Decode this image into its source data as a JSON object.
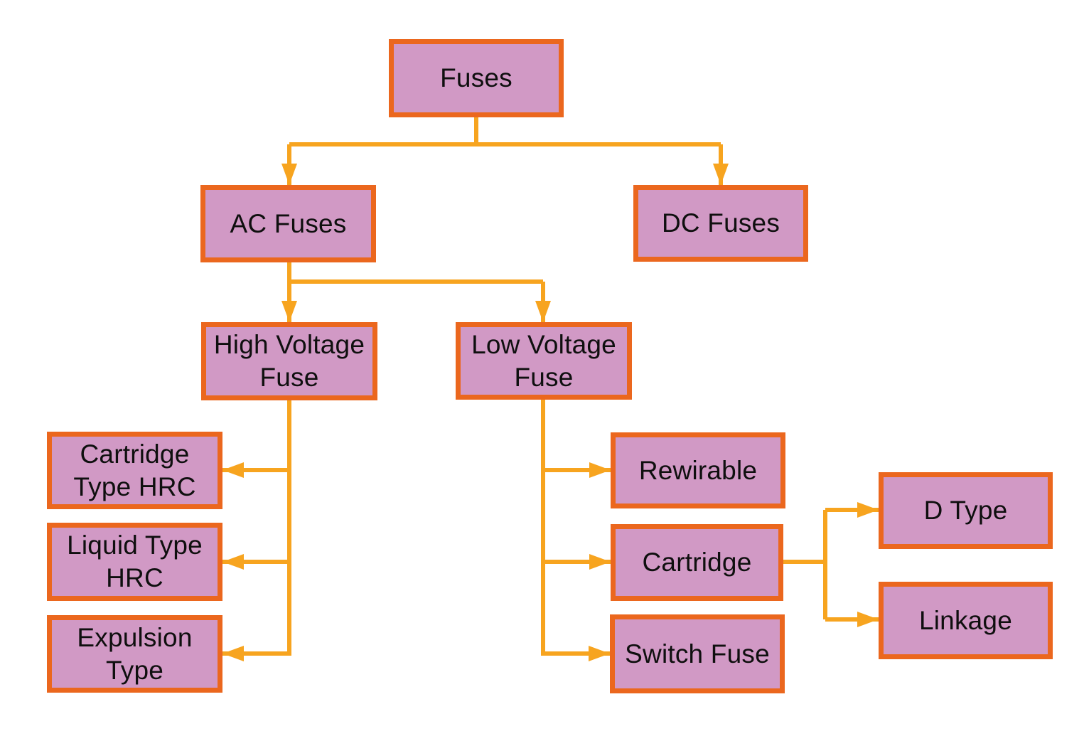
{
  "diagram": {
    "type": "flowchart-hierarchy",
    "nodes": {
      "fuses": {
        "label": "Fuses"
      },
      "ac_fuses": {
        "label": "AC Fuses"
      },
      "dc_fuses": {
        "label": "DC Fuses"
      },
      "high_voltage_fuse": {
        "label": "High Voltage\nFuse"
      },
      "low_voltage_fuse": {
        "label": "Low Voltage\nFuse"
      },
      "cartridge_type_hrc": {
        "label": "Cartridge\nType HRC"
      },
      "liquid_type_hrc": {
        "label": "Liquid Type\nHRC"
      },
      "expulsion_type": {
        "label": "Expulsion\nType"
      },
      "rewirable": {
        "label": "Rewirable"
      },
      "cartridge": {
        "label": "Cartridge"
      },
      "switch_fuse": {
        "label": "Switch Fuse"
      },
      "d_type": {
        "label": "D Type"
      },
      "linkage": {
        "label": "Linkage"
      }
    },
    "edges": [
      {
        "from": "Fuses",
        "to": "AC Fuses"
      },
      {
        "from": "Fuses",
        "to": "DC Fuses"
      },
      {
        "from": "AC Fuses",
        "to": "High Voltage Fuse"
      },
      {
        "from": "AC Fuses",
        "to": "Low Voltage Fuse"
      },
      {
        "from": "High Voltage Fuse",
        "to": "Cartridge Type HRC"
      },
      {
        "from": "High Voltage Fuse",
        "to": "Liquid Type HRC"
      },
      {
        "from": "High Voltage Fuse",
        "to": "Expulsion Type"
      },
      {
        "from": "Low Voltage Fuse",
        "to": "Rewirable"
      },
      {
        "from": "Low Voltage Fuse",
        "to": "Cartridge"
      },
      {
        "from": "Low Voltage Fuse",
        "to": "Switch Fuse"
      },
      {
        "from": "Cartridge",
        "to": "D Type"
      },
      {
        "from": "Cartridge",
        "to": "Linkage"
      }
    ],
    "colors": {
      "node_fill": "#d199c5",
      "node_border": "#eb671e",
      "connector": "#f7a41f",
      "text": "#0f0f0f",
      "background": "#ffffff"
    }
  }
}
